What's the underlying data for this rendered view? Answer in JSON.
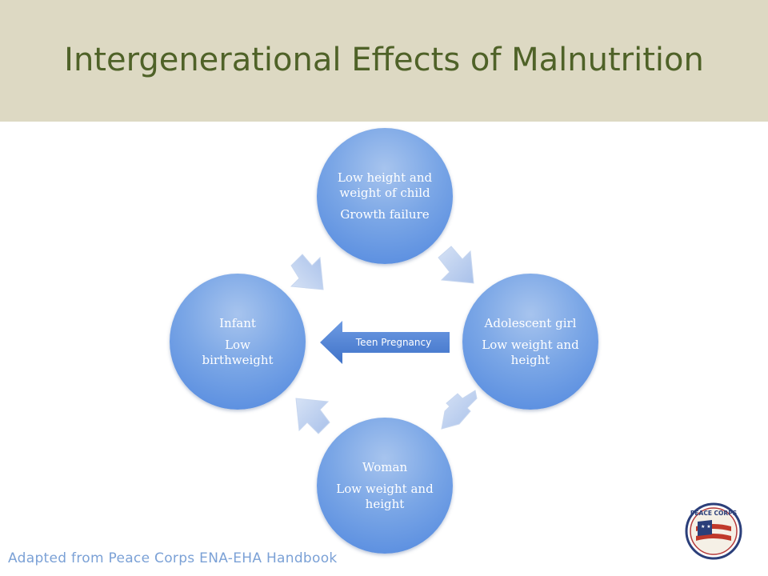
{
  "title": "Intergenerational Effects of Malnutrition",
  "nodes": {
    "top": {
      "line1": "Low height and weight of child",
      "line2": "Growth failure"
    },
    "right": {
      "line1": "Adolescent girl",
      "line2": "Low weight and height"
    },
    "bottom": {
      "line1": "Woman",
      "line2": "Low weight and height"
    },
    "left": {
      "line1": "Infant",
      "line2": "Low birthweight"
    }
  },
  "teen_pregnancy": "Teen Pregnancy",
  "footer": "Adapted from Peace Corps ENA-EHA Handbook",
  "logo": {
    "text": "PEACE CORPS",
    "icon": "peace-corps-logo-icon"
  },
  "colors": {
    "header_bg": "#ddd9c3",
    "title": "#4f6228",
    "node_blue": "#4f86de",
    "arrow_light": "#b9cdf0",
    "footer": "#7ba1d6"
  }
}
